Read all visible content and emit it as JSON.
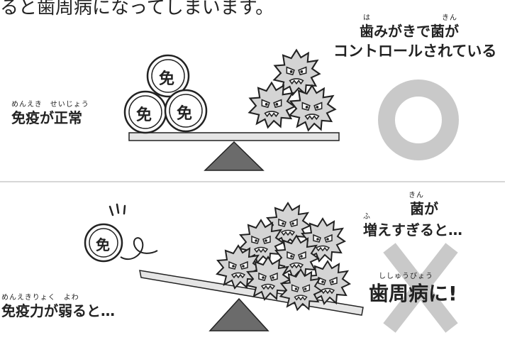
{
  "header": {
    "text": "ると歯周病になってしまいます。"
  },
  "top_panel": {
    "immune_furigana": "めんえき　せいじょう",
    "immune_label": "免疫が正常",
    "coin_glyph": "免",
    "right_furigana_ha": "は",
    "right_furigana_kin": "きん",
    "right_line1": "歯みがきで菌が",
    "right_line2": "コントロールされている"
  },
  "bottom_panel": {
    "immune_furigana": "めんえきりょく　よわ",
    "immune_label": "免疫力が弱ると…",
    "coin_glyph": "免",
    "germ_furigana_kin": "きん",
    "germ_furigana_fu": "ふ",
    "germ_line1": "菌が",
    "germ_line2": "増えすぎると…",
    "disease_furigana": "ししゅうびょう",
    "disease_label": "歯周病に!"
  },
  "colors": {
    "symbol_gray": "#c9c9c9",
    "ink": "#222222",
    "divider": "#bdbdbd",
    "scale_fill": "#6b6b6b",
    "germ_fill": "#d4d4d4"
  }
}
